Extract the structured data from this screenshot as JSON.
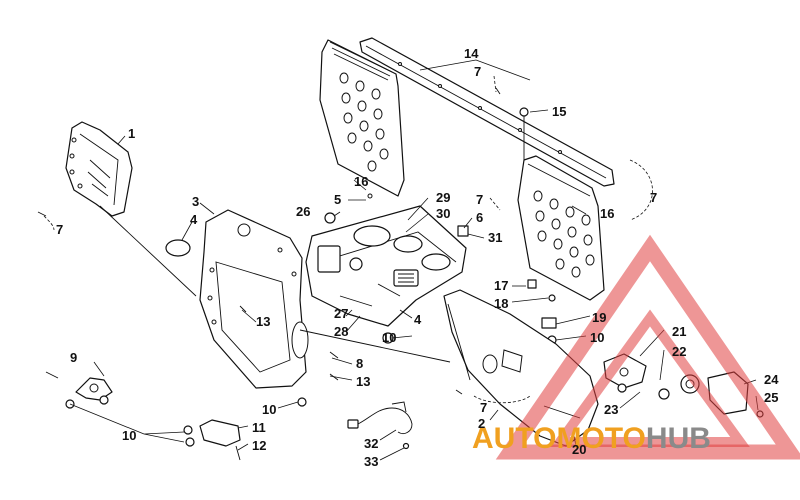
{
  "callouts": [
    "1",
    "2",
    "3",
    "4",
    "4",
    "5",
    "6",
    "7",
    "7",
    "7",
    "7",
    "7",
    "8",
    "9",
    "10",
    "10",
    "10",
    "10",
    "11",
    "12",
    "13",
    "13",
    "14",
    "15",
    "16",
    "16",
    "17",
    "18",
    "19",
    "20",
    "21",
    "22",
    "23",
    "24",
    "25",
    "26",
    "27",
    "28",
    "29",
    "30",
    "31",
    "32",
    "33"
  ],
  "watermark": {
    "part1": "AUTO",
    "part2": "MOTO",
    "part3": "HUB",
    "colors": {
      "accent": "#f0a020",
      "gray": "#8a8a8a",
      "triangle": "#e04040"
    }
  }
}
